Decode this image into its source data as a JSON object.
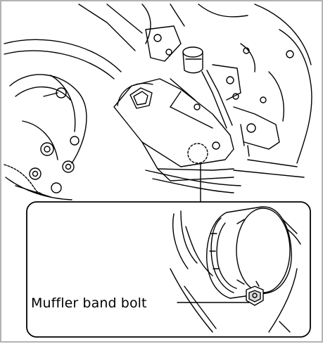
{
  "diagram": {
    "callout_label": "Muffler band bolt"
  },
  "colors": {
    "line": "#000000",
    "fill": "#ffffff",
    "dim_fill": "#d9d9d9",
    "frame_border": "#b3b3b3"
  },
  "icons": [
    "motorcycle-line-drawing",
    "dashed-circle-marker",
    "muffler-close-up",
    "band-bolt"
  ]
}
